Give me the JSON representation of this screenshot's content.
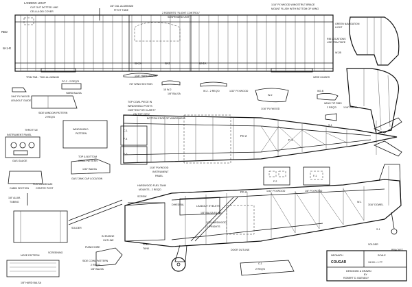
{
  "labels": {
    "landing_light": "LANDING LIGHT",
    "cut_out_dotted": "CUT OUT DOTTED LINE",
    "celluloid_cover": "CELLULOID COVER",
    "red": "RED",
    "w1r": "W-1-R",
    "trim_tab": "TRIM TAB - THIN ALUMINUM",
    "plywood_leadout": "1/64\" PLYWOOD",
    "leadout_guide": "LEADOUT GUIDE",
    "fc2_hard_balsa": "FC-2  -  2 REQ'D",
    "hard_balsa": "HARD BALSA",
    "dia_tube": "1/8\" DIA. ALUMINUM",
    "pitot_tube": "PITOT TUBE",
    "flight_control": "2 ROBERTS \"FLIGHT CONTROL\"",
    "suspended_unit": "SUSPENDED UNIT",
    "plywood_brace": "1/16\" PLYWOOD WINGSTRUT BRACE",
    "mount_flush": "MOUNT FLUSH WITH BOTTOM OF WING",
    "green_nav": "GREEN NAVIGATION",
    "light": "LIGHT",
    "rib_locations": "RIB LOCATIONS",
    "use_trim_tape": "USE TRIM TAPE",
    "w2b": "W-2B",
    "w2a_left": "W-2A",
    "w2_mid": "W-2",
    "w2a_right": "W-2A",
    "wire_hinges": "WIRE HINGES",
    "hard_balsa_mid": "1/16\" HARD BALSA",
    "wing_section": "7/8\" WING SECTION",
    "balsa_15": "15 W-2",
    "balsa_1_8": "1/8\" BALSA",
    "w2_req": "W-2  -  2 REQ'D",
    "plywood_w2": "1/32\" PLYWOOD",
    "w2_plywood": "W-2",
    "plywood_1_16": "1/16\" PLYWOOD",
    "wing_tip_ribs": "WING TIP RIBS",
    "wing_tip_req": "2 REQ'D",
    "balsa_tip": "1/16\" BALSA",
    "w2_tip": "W2-B",
    "s1": "S-1",
    "side_window": "SIDE WINDOW PATTERN",
    "side_window_req": "2 REQ'D",
    "top_cowl": "TOP COWL PIECE IN",
    "windshield_posts": "WINDSHIELD POSTS",
    "omitted": "OMITTED FOR CLARITY",
    "on_top_view": "ON TOP VIEW",
    "bottom_edge": "BOTTOM EDGE OF WINDSHIELD",
    "throttle": "THROTTLE",
    "instrument_panel": "INSTRUMENT PANEL",
    "gas_gauge": "GAS GAUGE",
    "windshield": "WINDSHIELD",
    "pattern": "PATTERN",
    "top_bottom": "TOP & BOTTOM",
    "cowl_pattern": "COWL PATTERN",
    "balsa_cowl": "1/32\" BALSA",
    "gas_tank_cap": "GAS TANK CAP LOCATION",
    "plywood_ip": "1/16\" PLYWOOD",
    "instrument": "INSTRUMENT",
    "panel": "PANEL",
    "c1": "C-1",
    "f4": "F-4",
    "f3": "F-3",
    "fc2_top": "FC-2",
    "f1": "F-1",
    "f2": "F-2",
    "f1b": "F-1",
    "plywood_f2": "1/32\" PLYWOOD",
    "plywood_f1": "1/8\" PLYWOOD",
    "cabin_section": "CABIN SECTION",
    "alum_tubing": "1/8\" ALUM.",
    "tubing": "TUBING",
    "flat_aluminum": "FLAT ALUMINUM",
    "center_post": "CENTER POST",
    "hardwood_fuel": "HARDWOOD FUEL TANK",
    "mounts": "MOUNTS - 2 REQ'D",
    "screw": "SCREW",
    "dihedral": "DIHEDRAL",
    "leadout_eyelets": "LEADOUT EYELETS",
    "balsa_fillin": "1/8\" BALSA FILLIN",
    "hardwood_uprights": "1/32 HARDWOOD",
    "uprights": "UPRIGHTS",
    "fc2_side": "FC-2",
    "dowel": "3/16\" DOWEL",
    "solder_left": "SOLDER",
    "solder_right": "SOLDER",
    "bracket": "BRACKET",
    "screening": "SCREENING",
    "in_engine": "IN ENGINE",
    "outline": "OUTLINE",
    "piano_wire": "PIANO WIRE",
    "fuel_tank": "FUEL",
    "tank": "TANK",
    "side_cowl": "SIDE COWL PATTERN",
    "side_cowl_req": "2 REQ'D",
    "balsa_cowl2": "1/8\" BALSA",
    "door_outline": "DOOR OUTLINE",
    "nose_pattern": "NOSE PATTERN",
    "nose_balsa": "1/8\" HARD BALSA",
    "c1_bottom": "C-1",
    "c1_req": "2 REQ'D",
    "w1": "W-1",
    "s1_side": "S-1"
  },
  "title_block": {
    "model": "NEOMATH",
    "name": "COUGAR",
    "scale": "SCALE",
    "scale_value": "1/8 IN = 1 FT",
    "designed": "DESIGNED & DRAWN",
    "by": "BY",
    "author": "ROBERT D. BUENDLY"
  }
}
